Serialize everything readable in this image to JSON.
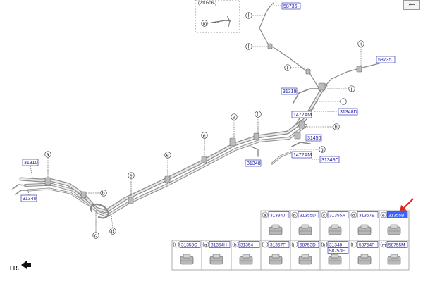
{
  "window": {
    "back_symbol": "←"
  },
  "inset": {
    "date_label": "(210506-)"
  },
  "front_marker": "FR.",
  "accent_color": "#1a1aa8",
  "highlight_color": "#3c64ff",
  "arrow_color": "#e0241b",
  "part_labels": {
    "p58736": "58736",
    "p58735": "58735",
    "p31310": "31310",
    "p31340": "31340",
    "p31319": "31319",
    "p1472am_a": "1472AM",
    "p31348d": "31348D",
    "p31456": "31456",
    "p31348": "31348",
    "p1472am_b": "1472AM",
    "p31348c": "31348C"
  },
  "callouts": {
    "a": "a",
    "b": "b",
    "c": "c",
    "d": "d",
    "e": "e",
    "f": "f",
    "g": "g",
    "h": "h",
    "i": "i",
    "j": "j",
    "k": "k",
    "l": "l",
    "m": "m"
  },
  "legend": {
    "row1": [
      {
        "letter": "a",
        "code": "31334J"
      },
      {
        "letter": "b",
        "code": "31355D"
      },
      {
        "letter": "c",
        "code": "31355A"
      },
      {
        "letter": "d",
        "code": "31357E"
      },
      {
        "letter": "e",
        "code": "31355B"
      }
    ],
    "row2": [
      {
        "letter": "f",
        "code": "31353C"
      },
      {
        "letter": "g",
        "code": "31354H"
      },
      {
        "letter": "h",
        "code": "31354"
      },
      {
        "letter": "i",
        "code": "31357F"
      },
      {
        "letter": "j",
        "code": "58753D"
      },
      {
        "letter": "k",
        "code": "31348",
        "code2": "58753E"
      },
      {
        "letter": "l",
        "code": "58754F"
      },
      {
        "letter": "m",
        "code": "58755M"
      }
    ]
  }
}
